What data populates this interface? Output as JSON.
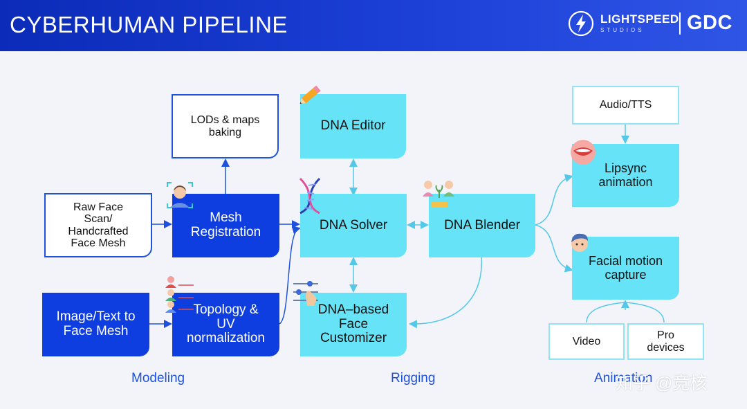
{
  "header": {
    "title": "CYBERHUMAN PIPELINE",
    "brand": "LIGHTSPEED",
    "brand_sub": "STUDIOS",
    "event_logo": "GDC"
  },
  "nodes": {
    "lods": "LODs & maps\nbaking",
    "raw_face": "Raw Face\nScan/\nHandcrafted\nFace Mesh",
    "mesh_registration": "Mesh\nRegistration",
    "image_text": "Image/Text to\nFace Mesh",
    "topology": "Topology &\nUV\nnormalization",
    "dna_editor": "DNA Editor",
    "dna_solver": "DNA Solver",
    "dna_customizer": "DNA–based\nFace\nCustomizer",
    "dna_blender": "DNA Blender",
    "audio_tts": "Audio/TTS",
    "lipsync": "Lipsync\nanimation",
    "facial_mocap": "Facial motion\ncapture",
    "video": "Video",
    "pro_devices": "Pro\ndevices"
  },
  "sections": {
    "modeling": "Modeling",
    "rigging": "Rigging",
    "animation": "Animation"
  },
  "watermark": "知乎 @竞核",
  "colors": {
    "header_blue": "#0b2bb8",
    "dark_blue": "#0f3ee0",
    "cyan": "#67e3f8",
    "arrow": "#1e52dd",
    "cyan_arrow": "#55c8e8"
  },
  "icons": [
    "lightning-logo-icon",
    "pencil-icon",
    "face-scan-icon",
    "dna-helix-icon",
    "people-blend-icon",
    "users-list-icon",
    "slider-hand-icon",
    "mouth-icon",
    "face-avatar-icon"
  ]
}
